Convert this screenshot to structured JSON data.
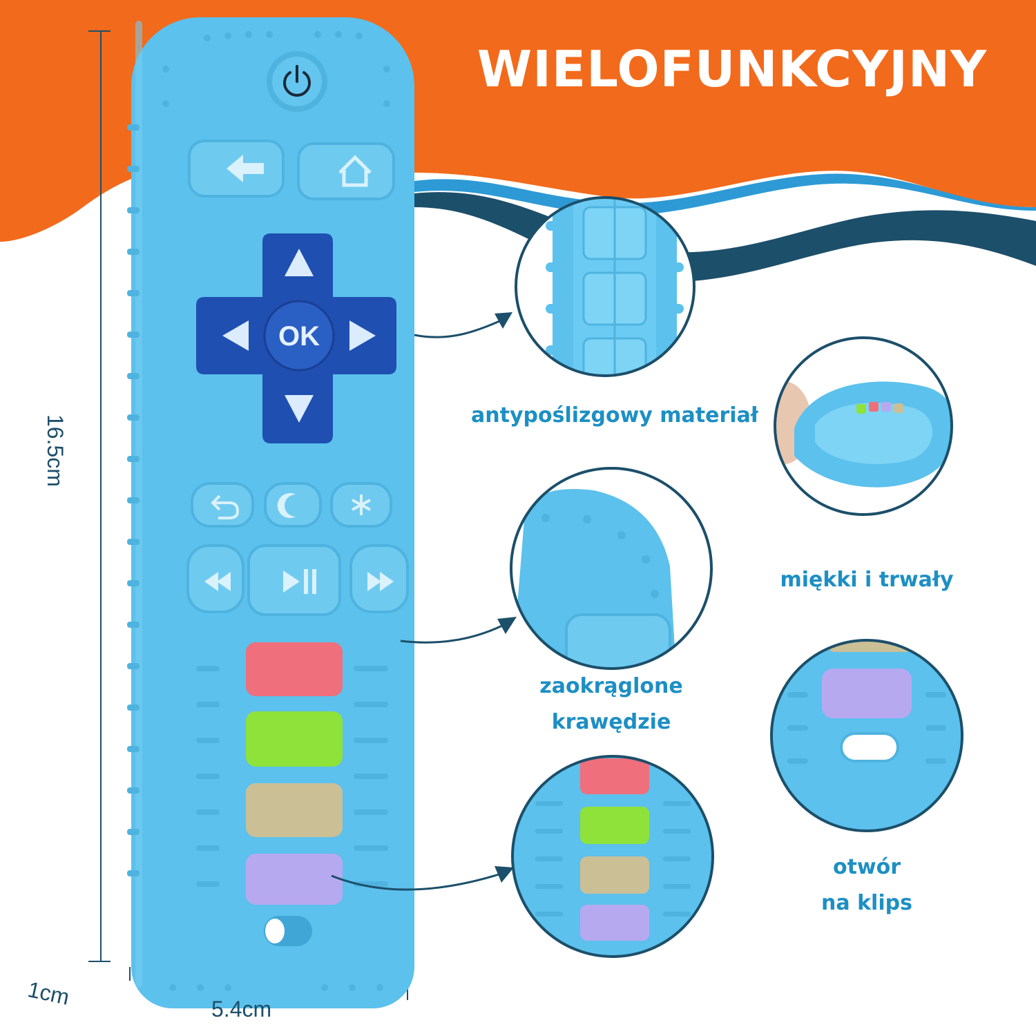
{
  "headline": "WIELOFUNKCYJNY",
  "colors": {
    "orange": "#f26a1b",
    "navy_wave": "#1c4f6a",
    "light_wave": "#2d9ad6",
    "remote_blue": "#5cc1ec",
    "dpad_blue": "#1f4fb0",
    "label_blue": "#1d8fc4",
    "red_button": "#ef6f7c",
    "green_button": "#8ee23a",
    "tan_button": "#cbbf96",
    "lilac_button": "#b7a9f0"
  },
  "remote": {
    "ok_label": "OK",
    "buttons": [
      "power",
      "back",
      "home",
      "up",
      "down",
      "left",
      "right",
      "ok",
      "undo",
      "moon",
      "star",
      "rewind",
      "play-pause",
      "fast-forward",
      "red",
      "green",
      "tan",
      "lilac"
    ]
  },
  "features": {
    "anti_slip": "antypoślizgowy materiał",
    "soft_durable": "miękki i trwały",
    "rounded_line1": "zaokrąglone",
    "rounded_line2": "krawędzie",
    "clip_line1": "otwór",
    "clip_line2": "na klips"
  },
  "dimensions": {
    "height": "16.5cm",
    "width": "5.4cm",
    "depth": "1cm"
  }
}
